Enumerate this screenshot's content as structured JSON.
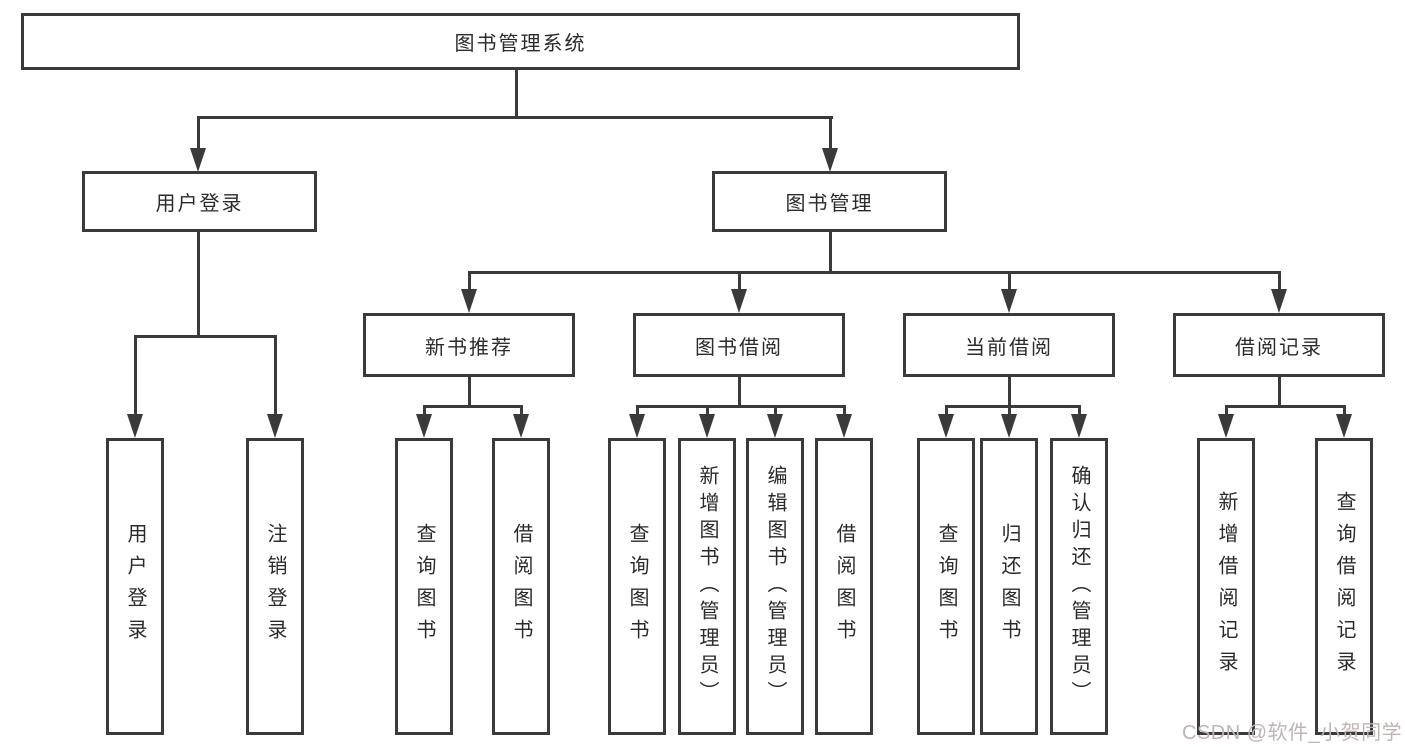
{
  "diagram": {
    "title": "图书管理系统",
    "root": {
      "label": "图书管理系统"
    },
    "level1": [
      {
        "label": "用户登录"
      },
      {
        "label": "图书管理"
      }
    ],
    "level2": [
      {
        "label": "新书推荐",
        "parent": "图书管理"
      },
      {
        "label": "图书借阅",
        "parent": "图书管理"
      },
      {
        "label": "当前借阅",
        "parent": "图书管理"
      },
      {
        "label": "借阅记录",
        "parent": "图书管理"
      }
    ],
    "leaves": [
      {
        "label": "用户登录",
        "parent": "用户登录"
      },
      {
        "label": "注销登录",
        "parent": "用户登录"
      },
      {
        "label": "查询图书",
        "parent": "新书推荐"
      },
      {
        "label": "借阅图书",
        "parent": "新书推荐"
      },
      {
        "label": "查询图书",
        "parent": "图书借阅"
      },
      {
        "label": "新增图书（管理员）",
        "parent": "图书借阅"
      },
      {
        "label": "编辑图书（管理员）",
        "parent": "图书借阅"
      },
      {
        "label": "借阅图书",
        "parent": "图书借阅"
      },
      {
        "label": "查询图书",
        "parent": "当前借阅"
      },
      {
        "label": "归还图书",
        "parent": "当前借阅"
      },
      {
        "label": "确认归还（管理员）",
        "parent": "当前借阅"
      },
      {
        "label": "新增借阅记录",
        "parent": "借阅记录"
      },
      {
        "label": "查询借阅记录",
        "parent": "借阅记录"
      }
    ]
  },
  "colors": {
    "line": "#3a3a3a",
    "box_border": "#3a3a3a",
    "text": "#2b2b2b",
    "background": "#ffffff",
    "watermark": "#c0b4b4"
  },
  "watermark": {
    "text": "CSDN @软件_小贺同学"
  }
}
